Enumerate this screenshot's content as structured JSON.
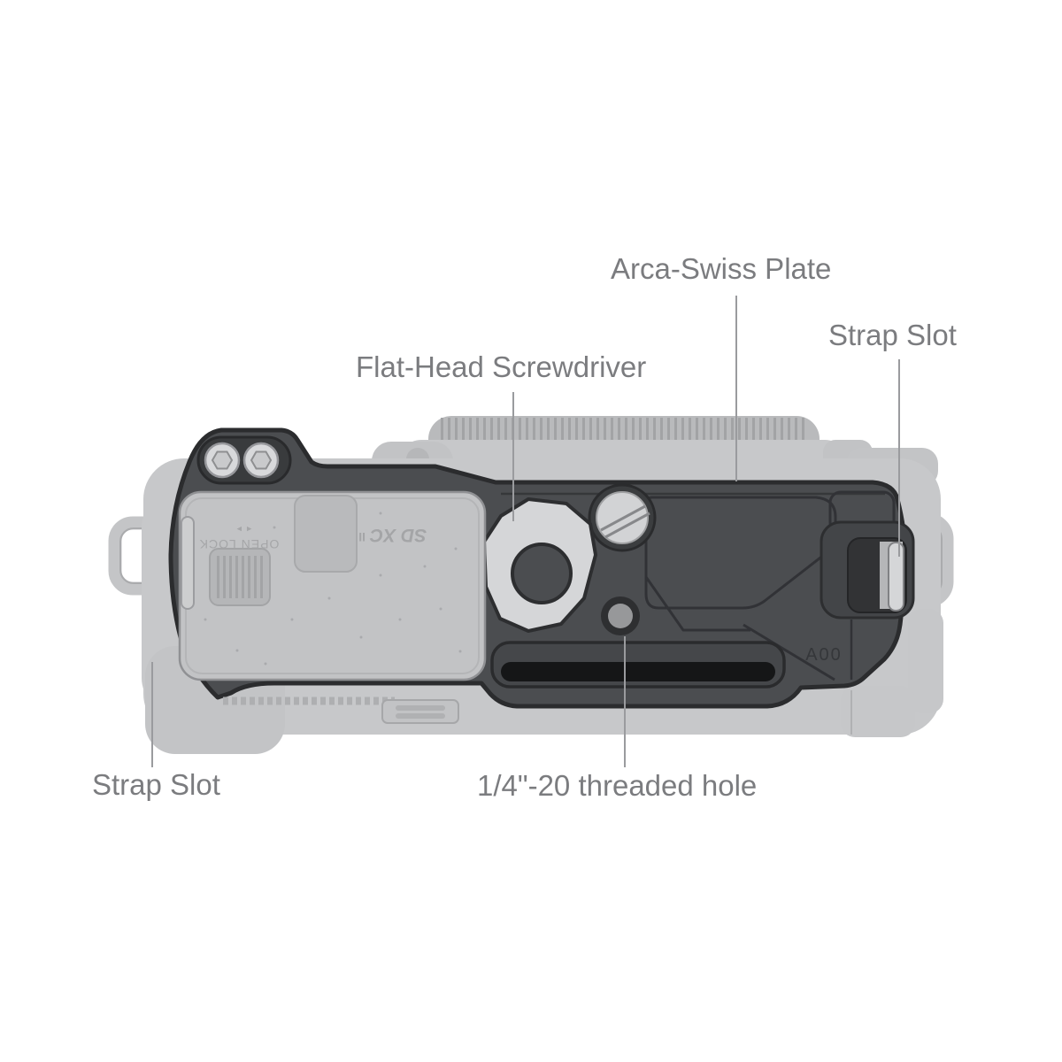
{
  "figure": {
    "kind": "product-callout-diagram",
    "view": "camera bottom view with Arca-Swiss baseplate installed"
  },
  "callouts": {
    "arca_plate": "Arca-Swiss Plate",
    "strap_slot_top": "Strap Slot",
    "screwdriver": "Flat-Head Screwdriver",
    "strap_slot_bottom": "Strap Slot",
    "threaded_hole": "1/4\"-20 threaded hole"
  },
  "markings": {
    "plate_code": "A00",
    "battery_door_text": "OPEN LOCK",
    "battery_door_arrows": "◄ ►",
    "card_logo": "SD XC",
    "card_speed_class": "II"
  },
  "colors": {
    "background": "#ffffff",
    "label_text": "#7b7c7f",
    "leader_line": "#9a9b9e",
    "plate_face": "#4b4d50",
    "plate_edge": "#2b2c2e",
    "recess_dark": "#393b3d",
    "silver": "#d6d7d9",
    "ghost_body": "#c7c8ca",
    "ghost_detail": "#c2c3c5"
  }
}
